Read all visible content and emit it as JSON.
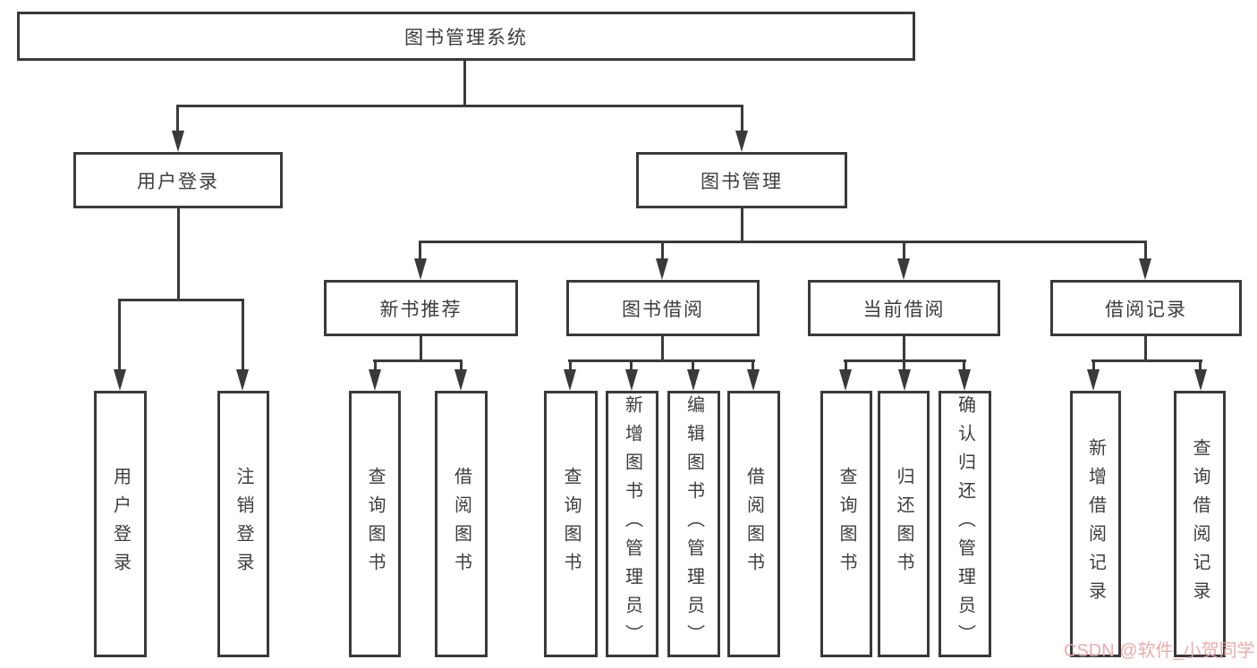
{
  "diagram": {
    "root": {
      "label": "图书管理系统"
    },
    "level2": [
      {
        "label": "用户登录"
      },
      {
        "label": "图书管理"
      }
    ],
    "level3": [
      {
        "label": "新书推荐"
      },
      {
        "label": "图书借阅"
      },
      {
        "label": "当前借阅"
      },
      {
        "label": "借阅记录"
      }
    ],
    "leaves": {
      "user_login": [
        {
          "label": "用户登录"
        },
        {
          "label": "注销登录"
        }
      ],
      "new_book": [
        {
          "label": "查询图书"
        },
        {
          "label": "借阅图书"
        }
      ],
      "book_borrow": [
        {
          "label": "查询图书"
        },
        {
          "label": "新增图书（管理员）"
        },
        {
          "label": "编辑图书（管理员）"
        },
        {
          "label": "借阅图书"
        }
      ],
      "current_borrow": [
        {
          "label": "查询图书"
        },
        {
          "label": "归还图书"
        },
        {
          "label": "确认归还（管理员）"
        }
      ],
      "borrow_records": [
        {
          "label": "新增借阅记录"
        },
        {
          "label": "查询借阅记录"
        }
      ]
    },
    "watermark": "CSDN @软件_小贺同学",
    "colors": {
      "line": "#3a3a3a",
      "text": "#3d3d3d",
      "watermark": "#eda4a4",
      "background": "#ffffff"
    }
  }
}
